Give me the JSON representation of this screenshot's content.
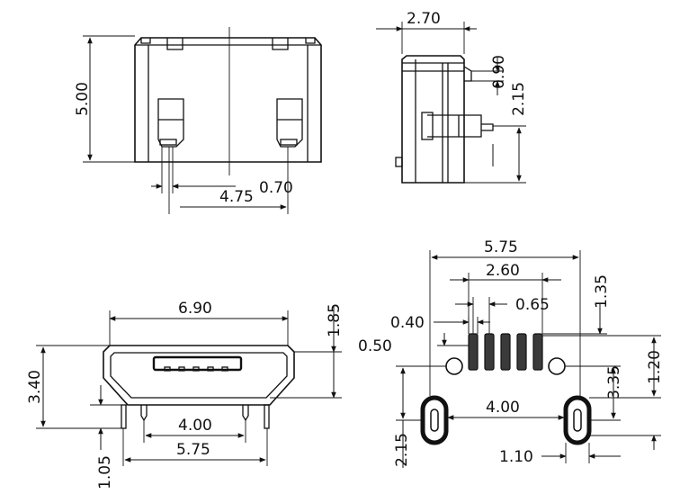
{
  "dimensions": {
    "top_view_height": "5.00",
    "top_view_pin_pitch": "0.70",
    "top_view_pin_span": "4.75",
    "side_view_width": "2.70",
    "side_view_tab": "0.90",
    "side_view_height": "2.15",
    "front_view_width": "6.90",
    "front_view_offset": "1.85",
    "front_view_height": "3.40",
    "front_view_leg": "1.05",
    "front_view_peg_pitch": "4.00",
    "front_view_leg_span": "5.75",
    "footprint_width": "5.75",
    "footprint_pad_span": "2.60",
    "footprint_pad_pitch": "0.65",
    "footprint_pad_width": "0.40",
    "footprint_pad_length": "1.35",
    "footprint_pad_offset": "0.50",
    "footprint_row_gap": "1.20",
    "footprint_hole_gap": "3.35",
    "footprint_slot_pitch": "4.00",
    "footprint_slot_height": "2.15",
    "footprint_slot_width": "1.10"
  },
  "colors": {
    "line": "#111111",
    "pad_fill": "#3a3a3a",
    "background": "#ffffff"
  }
}
